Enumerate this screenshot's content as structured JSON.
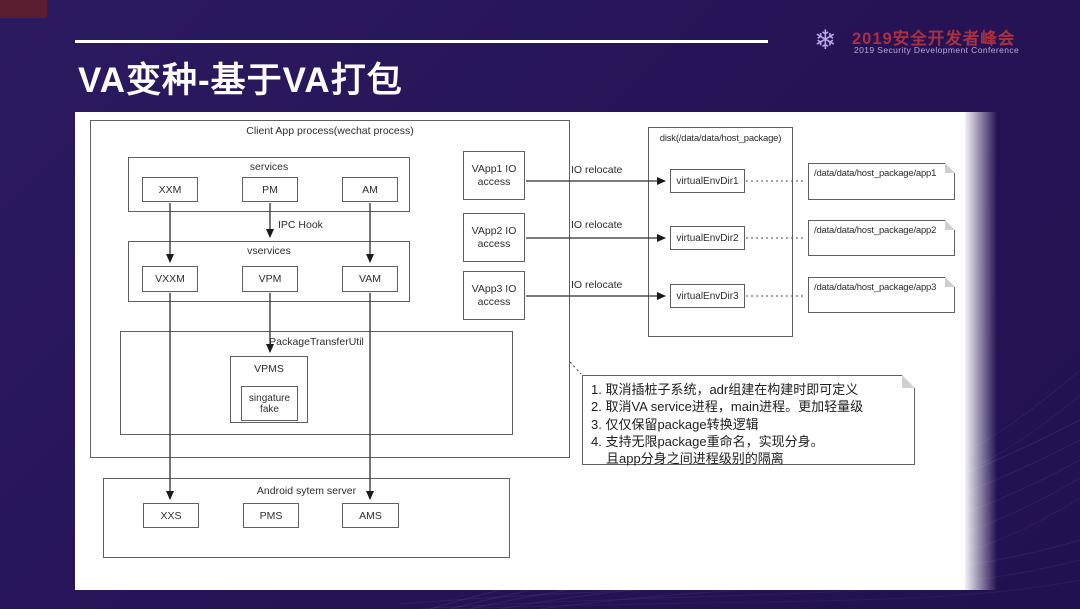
{
  "slide": {
    "title": "VA变种-基于VA打包",
    "logo": {
      "icon": "snowflake-icon",
      "title": "2019安全开发者峰会",
      "subtitle": "2019 Security Development Conference"
    }
  },
  "diagram": {
    "client_box_label": "Client App process(wechat process)",
    "services": {
      "label": "services",
      "items": [
        "XXM",
        "PM",
        "AM"
      ]
    },
    "ipc_hook_label": "IPC Hook",
    "vservices": {
      "label": "vservices",
      "items": [
        "VXXM",
        "VPM",
        "VAM"
      ]
    },
    "ptu": {
      "label": "PackageTransferUtil",
      "vpms_label": "VPMS",
      "sig_label": "singature fake"
    },
    "android": {
      "label": "Android sytem server",
      "items": [
        "XXS",
        "PMS",
        "AMS"
      ]
    },
    "vapps": [
      "VApp1 IO access",
      "VApp2 IO access",
      "VApp3 IO access"
    ],
    "io_relocate_label": "IO relocate",
    "disk": {
      "label": "disk(/data/data/host_package)",
      "dirs": [
        "virtualEnvDir1",
        "virtualEnvDir2",
        "virtualEnvDir3"
      ]
    },
    "paths": [
      "/data/data/host_package/app1",
      "/data/data/host_package/app2",
      "/data/data/host_package/app3"
    ],
    "note_lines": [
      "1. 取消插桩子系统，adr组建在构建时即可定义",
      "2. 取消VA service进程，main进程。更加轻量级",
      "3. 仅仅保留package转换逻辑",
      "4. 支持无限package重命名，实现分身。",
      "且app分身之间进程级别的隔离"
    ]
  },
  "colors": {
    "background": "#261356",
    "corner_red": "#5a1d2f",
    "logo_red": "#a93040",
    "canvas_white": "#ffffff",
    "line_gray": "#5f5f5f"
  }
}
